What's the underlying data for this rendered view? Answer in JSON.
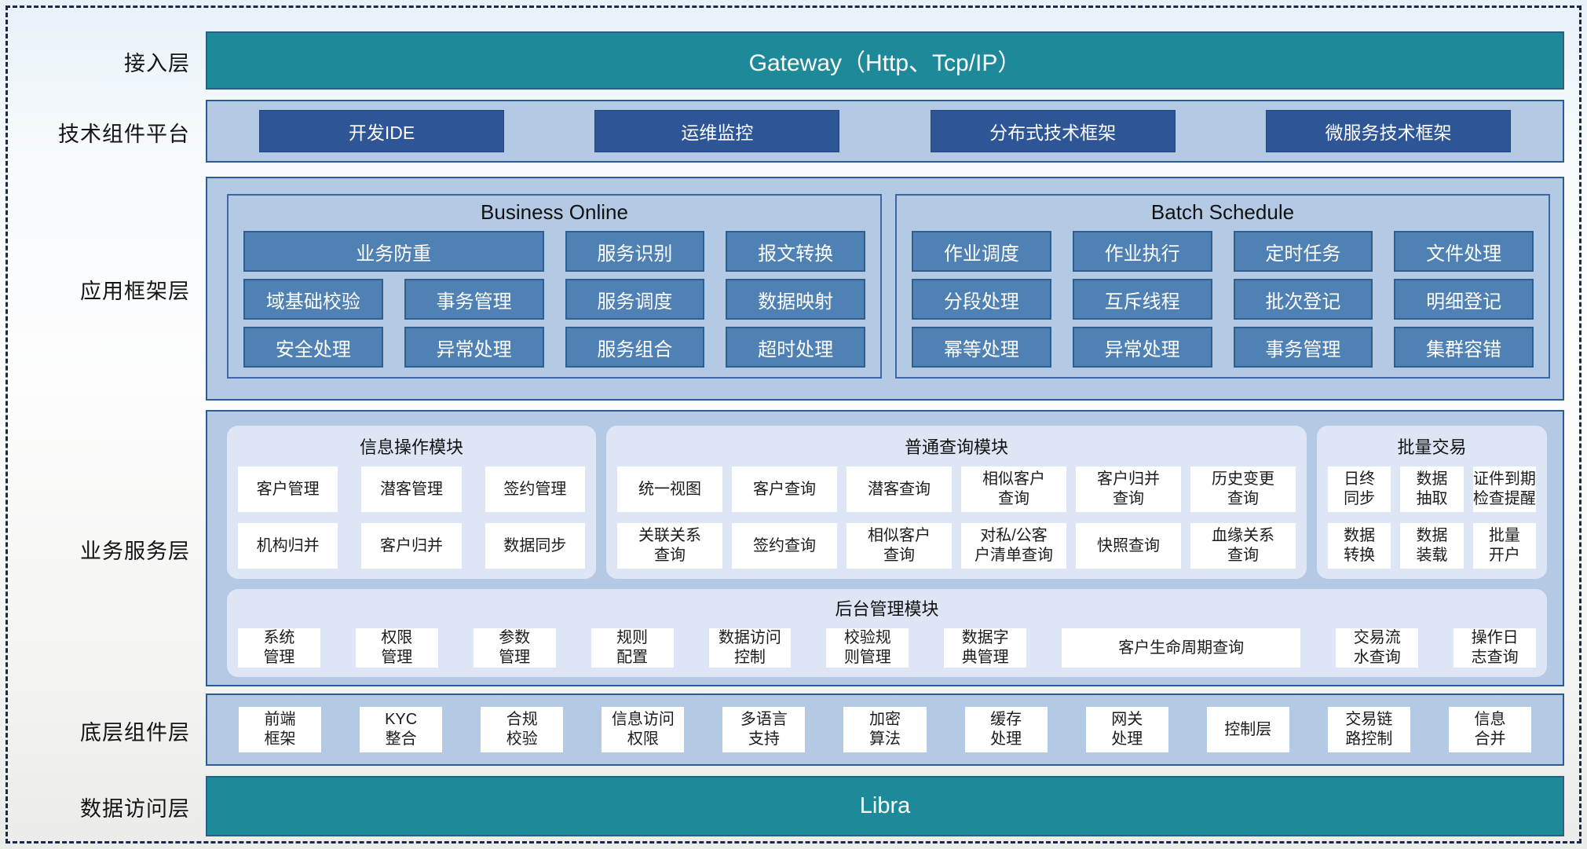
{
  "colors": {
    "teal_bar": "#1e8a99",
    "dark_blue_chip": "#2e5596",
    "medium_blue_chip": "#4f81b4",
    "layer_container_bg": "#b4c9e4",
    "light_panel_bg": "#dee6f5",
    "container_border": "#2d5c94",
    "dashed_frame": "#1b2a4a"
  },
  "labels": [
    "接入层",
    "技术组件平台",
    "应用框架层",
    "业务服务层",
    "底层组件层",
    "数据访问层"
  ],
  "access": {
    "gateway": "Gateway（Http、Tcp/IP）"
  },
  "tech_platform": {
    "items": [
      "开发IDE",
      "运维监控",
      "分布式技术框架",
      "微服务技术框架"
    ]
  },
  "app_framework": {
    "business_online": {
      "title": "Business Online",
      "row1": [
        "业务防重",
        "服务识别",
        "报文转换"
      ],
      "row2": [
        "域基础校验",
        "事务管理",
        "服务调度",
        "数据映射"
      ],
      "row3": [
        "安全处理",
        "异常处理",
        "服务组合",
        "超时处理"
      ]
    },
    "batch_schedule": {
      "title": "Batch Schedule",
      "row1": [
        "作业调度",
        "作业执行",
        "定时任务",
        "文件处理"
      ],
      "row2": [
        "分段处理",
        "互斥线程",
        "批次登记",
        "明细登记"
      ],
      "row3": [
        "幂等处理",
        "异常处理",
        "事务管理",
        "集群容错"
      ]
    }
  },
  "business_service": {
    "info_ops": {
      "title": "信息操作模块",
      "row1": [
        "客户管理",
        "潜客管理",
        "签约管理"
      ],
      "row2": [
        "机构归并",
        "客户归并",
        "数据同步"
      ]
    },
    "common_query": {
      "title": "普通查询模块",
      "row1": [
        "统一视图",
        "客户查询",
        "潜客查询",
        "相似客户\n查询",
        "客户归并\n查询",
        "历史变更\n查询"
      ],
      "row2": [
        "关联关系\n查询",
        "签约查询",
        "相似客户\n查询",
        "对私/公客\n户清单查询",
        "快照查询",
        "血缘关系\n查询"
      ]
    },
    "batch_trade": {
      "title": "批量交易",
      "row1": [
        "日终\n同步",
        "数据\n抽取",
        "证件到期\n检查提醒"
      ],
      "row2": [
        "数据\n转换",
        "数据\n装载",
        "批量\n开户"
      ]
    },
    "backend": {
      "title": "后台管理模块",
      "items": [
        "系统\n管理",
        "权限\n管理",
        "参数\n管理",
        "规则\n配置",
        "数据访问\n控制",
        "校验规\n则管理",
        "数据字\n典管理",
        "客户生命周期查询",
        "交易流\n水查询",
        "操作日\n志查询"
      ]
    }
  },
  "bottom_components": {
    "items": [
      "前端\n框架",
      "KYC\n整合",
      "合规\n校验",
      "信息访问\n权限",
      "多语言\n支持",
      "加密\n算法",
      "缓存\n处理",
      "网关\n处理",
      "控制层",
      "交易链\n路控制",
      "信息\n合并"
    ]
  },
  "data_access": {
    "bar": "Libra"
  }
}
